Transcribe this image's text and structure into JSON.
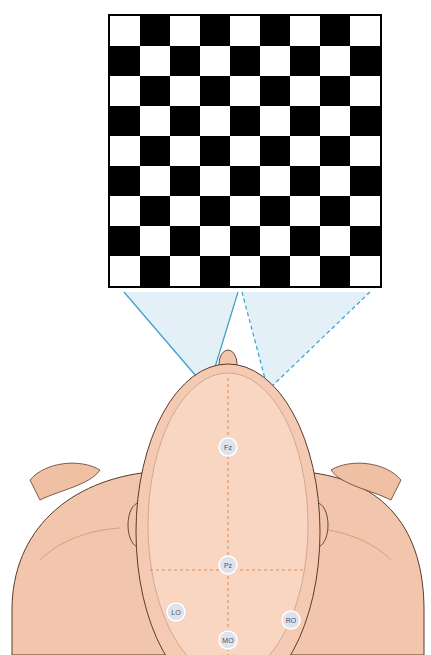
{
  "diagram": {
    "nodes": [
      {
        "text": [
          "Fz"
        ]
      },
      {
        "text": [
          "Pz"
        ]
      },
      {
        "text": [
          "LO"
        ]
      },
      {
        "text": [
          "RO"
        ]
      },
      {
        "text": [
          "MO"
        ]
      }
    ]
  }
}
